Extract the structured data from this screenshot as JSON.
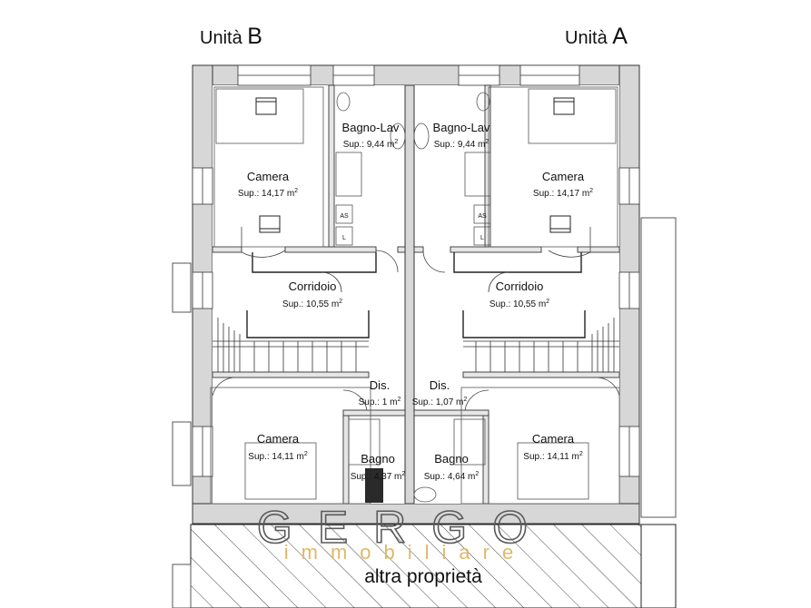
{
  "units": {
    "left": {
      "prefix": "Unità ",
      "letter": "B"
    },
    "right": {
      "prefix": "Unità ",
      "letter": "A"
    }
  },
  "rooms": {
    "camera_tl": {
      "name": "Camera",
      "sup": "Sup.: 14,17 m",
      "exp": "2"
    },
    "bagno_lav_l": {
      "name": "Bagno-Lav",
      "sup": "Sup.: 9,44 m",
      "exp": "2"
    },
    "bagno_lav_r": {
      "name": "Bagno-Lav",
      "sup": "Sup.: 9,44 m",
      "exp": "2"
    },
    "camera_tr": {
      "name": "Camera",
      "sup": "Sup.: 14,17 m",
      "exp": "2"
    },
    "corridoio_l": {
      "name": "Corridoio",
      "sup": "Sup.: 10,55 m",
      "exp": "2"
    },
    "corridoio_r": {
      "name": "Corridoio",
      "sup": "Sup.: 10,55 m",
      "exp": "2"
    },
    "dis_l": {
      "name": "Dis.",
      "sup": "Sup.: 1 m",
      "exp": "2"
    },
    "dis_r": {
      "name": "Dis.",
      "sup": "Sup.: 1,07 m",
      "exp": "2"
    },
    "camera_bl": {
      "name": "Camera",
      "sup": "Sup.: 14,11 m",
      "exp": "2"
    },
    "camera_br": {
      "name": "Camera",
      "sup": "Sup.: 14,11 m",
      "exp": "2"
    },
    "bagno_l": {
      "name": "Bagno",
      "sup": "Sup.: 4,37 m",
      "exp": "2"
    },
    "bagno_r": {
      "name": "Bagno",
      "sup": "Sup.: 4,64 m",
      "exp": "2"
    }
  },
  "fixtures": {
    "as_label": "AS",
    "l_label": "L"
  },
  "other_property": "altra proprietà",
  "watermark": {
    "brand": "GERGO",
    "sub": "immobiliare"
  }
}
